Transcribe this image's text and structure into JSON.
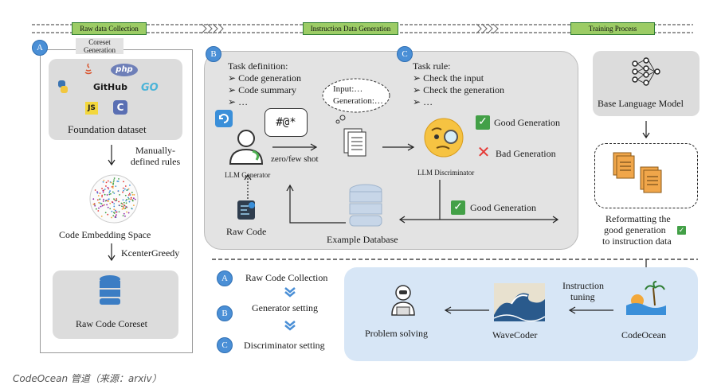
{
  "stages": {
    "raw": "Raw data Collection",
    "instruction": "Instruction Data Generation",
    "training": "Training Process"
  },
  "panel_a": {
    "badge": "A",
    "coreset_title": "Coreset Generation",
    "logos": {
      "php": "php",
      "github": "GitHub",
      "go": "GO",
      "js": "JS",
      "c": "C"
    },
    "foundation": "Foundation dataset",
    "rules": "Manually-defined rules",
    "embedding": "Code Embedding Space",
    "kcenter": "KcenterGreedy",
    "coreset": "Raw Code Coreset"
  },
  "panel_b": {
    "badge": "B",
    "task_def_title": "Task definition:",
    "task_def_items": [
      "Code generation",
      "Code summary",
      "…"
    ],
    "bubble": "#@*",
    "llm_generator": "LLM Generator",
    "zero_few": "zero/few shot",
    "cloud_input": "Input:…",
    "cloud_generation": "Generation:…",
    "raw_code": "Raw Code",
    "example_db": "Example Database"
  },
  "panel_c": {
    "badge": "C",
    "task_rule_title": "Task rule:",
    "task_rule_items": [
      "Check the input",
      "Check the generation",
      "…"
    ],
    "llm_discriminator": "LLM Discriminator",
    "good_generation": "Good Generation",
    "bad_generation": "Bad Generation",
    "good_generation_2": "Good Generation"
  },
  "training": {
    "base_model": "Base Language Model",
    "reformat": [
      "Reformatting the",
      "good generation",
      "to instruction data"
    ],
    "instruction_tuning": [
      "Instruction",
      "tuning"
    ],
    "codeocean": "CodeOcean",
    "wavecoder": "WaveCoder",
    "problem_solving": "Problem solving"
  },
  "legend": [
    {
      "badge": "A",
      "label": "Raw Code Collection"
    },
    {
      "badge": "B",
      "label": "Generator setting"
    },
    {
      "badge": "C",
      "label": "Discriminator setting"
    }
  ],
  "caption": "CodeOcean 管道（来源：arxiv）",
  "colors": {
    "stage_green": "#9ccc65",
    "badge_blue": "#4a8fd6",
    "panel_gray": "#dcdcdc",
    "ocean_panel": "#d7e6f6",
    "check_green": "#43a047",
    "cross_red": "#e53935"
  }
}
